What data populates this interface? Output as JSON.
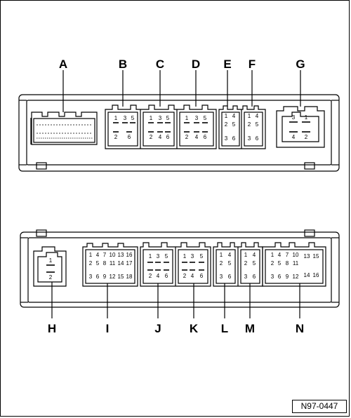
{
  "figure_id": "N97-0447",
  "top_view": {
    "labels": [
      "A",
      "B",
      "C",
      "D",
      "E",
      "F",
      "G"
    ],
    "connector_b": {
      "top_pins": [
        "1",
        "3",
        "5"
      ],
      "bottom_pins": [
        "2",
        "6"
      ]
    },
    "connector_c": {
      "top_pins": [
        "1",
        "3",
        "5"
      ],
      "bottom_pins": [
        "2",
        "4",
        "6"
      ]
    },
    "connector_d": {
      "top_pins": [
        "1",
        "3",
        "5"
      ],
      "bottom_pins": [
        "2",
        "4",
        "6"
      ]
    },
    "connector_e": {
      "pins": [
        "1",
        "4",
        "2",
        "5",
        "3",
        "6"
      ]
    },
    "connector_f": {
      "pins": [
        "1",
        "4",
        "2",
        "5",
        "3",
        "6"
      ]
    },
    "connector_g": {
      "pins": [
        "3",
        "1",
        "4",
        "2"
      ]
    }
  },
  "bottom_view": {
    "labels": [
      "H",
      "I",
      "J",
      "K",
      "L",
      "M",
      "N"
    ],
    "connector_h": {
      "pins": [
        "1",
        "2"
      ]
    },
    "connector_i": {
      "rows": [
        [
          "1",
          "4",
          "7",
          "10",
          "13",
          "16"
        ],
        [
          "2",
          "5",
          "8",
          "11",
          "14",
          "17"
        ],
        [
          "3",
          "6",
          "9",
          "12",
          "15",
          "18"
        ]
      ]
    },
    "connector_j": {
      "top_pins": [
        "1",
        "3",
        "5"
      ],
      "bottom_pins": [
        "2",
        "4",
        "6"
      ]
    },
    "connector_k": {
      "top_pins": [
        "1",
        "3",
        "5"
      ],
      "bottom_pins": [
        "2",
        "4",
        "6"
      ]
    },
    "connector_l": {
      "pins": [
        "1",
        "4",
        "2",
        "5",
        "3",
        "6"
      ]
    },
    "connector_m": {
      "pins": [
        "1",
        "4",
        "2",
        "5",
        "3",
        "6"
      ]
    },
    "connector_n": {
      "rows": [
        [
          "1",
          "4",
          "7",
          "10",
          "13",
          "15"
        ],
        [
          "2",
          "5",
          "8",
          "11"
        ],
        [
          "3",
          "6",
          "9",
          "12",
          "14",
          "16"
        ]
      ]
    }
  }
}
